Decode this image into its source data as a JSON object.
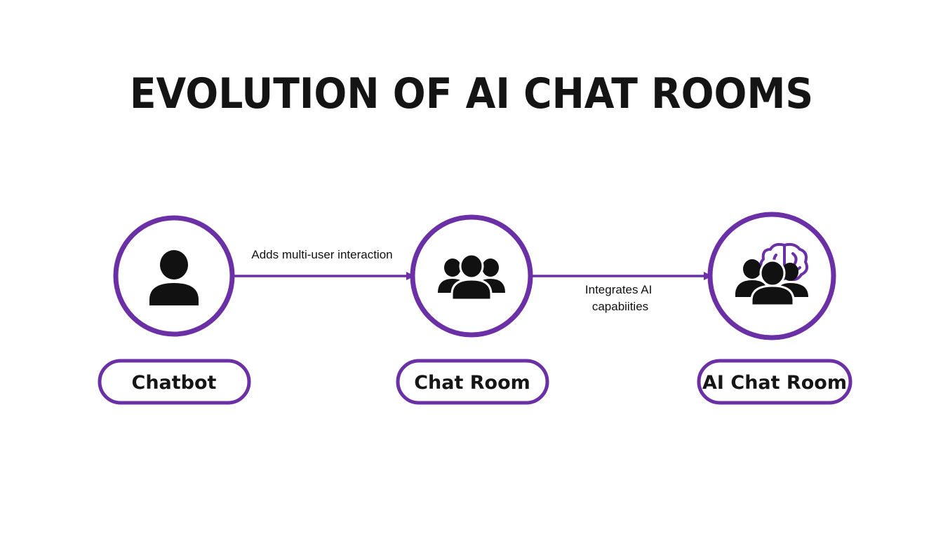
{
  "title": "EVOLUTION OF AI CHAT ROOMS",
  "colors": {
    "accent": "#6b2fa6",
    "icon": "#111111",
    "text": "#141414",
    "background": "#ffffff"
  },
  "nodes": [
    {
      "id": "chatbot",
      "label": "Chatbot",
      "icon": "single-user-icon"
    },
    {
      "id": "chat-room",
      "label": "Chat Room",
      "icon": "user-group-icon"
    },
    {
      "id": "ai-chat-room",
      "label": "AI Chat Room",
      "icon": "brain-user-group-icon"
    }
  ],
  "edges": [
    {
      "from": "chatbot",
      "to": "chat-room",
      "label_lines": [
        "Adds multi-user interaction"
      ]
    },
    {
      "from": "chat-room",
      "to": "ai-chat-room",
      "label_lines": [
        "Integrates AI",
        "capabiities"
      ]
    }
  ]
}
